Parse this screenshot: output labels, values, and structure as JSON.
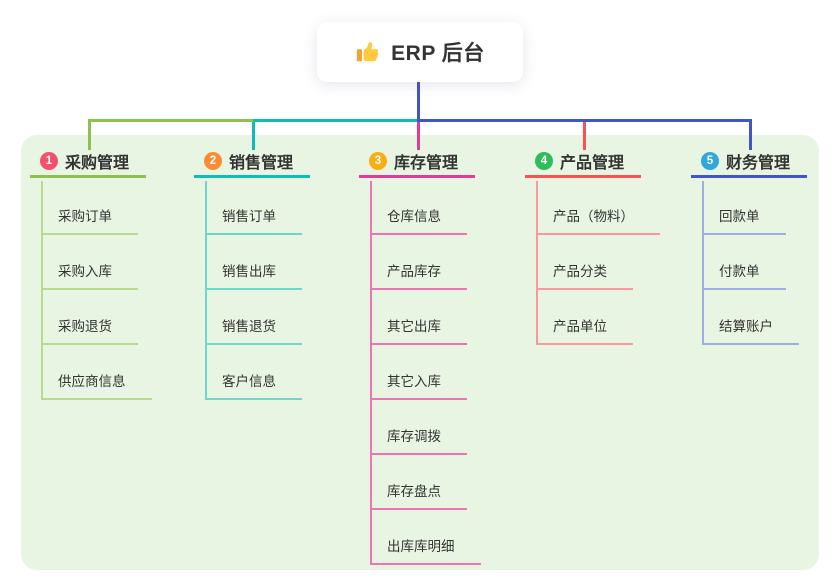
{
  "root": {
    "label": "ERP 后台",
    "icon": "thumbs-up"
  },
  "branches": [
    {
      "badge": "1",
      "title": "采购管理",
      "color": "#8CC152",
      "badge_color": "#F4506C",
      "light_color": "#B5DB8B",
      "children": [
        "采购订单",
        "采购入库",
        "采购退货",
        "供应商信息"
      ]
    },
    {
      "badge": "2",
      "title": "销售管理",
      "color": "#0FBDB4",
      "badge_color": "#FB8C36",
      "light_color": "#6FD6CB",
      "children": [
        "销售订单",
        "销售出库",
        "销售退货",
        "客户信息"
      ]
    },
    {
      "badge": "3",
      "title": "库存管理",
      "color": "#E23A97",
      "badge_color": "#F9AE15",
      "light_color": "#EF74B6",
      "children": [
        "仓库信息",
        "产品库存",
        "其它出库",
        "其它入库",
        "库存调拨",
        "库存盘点",
        "出库库明细"
      ]
    },
    {
      "badge": "4",
      "title": "产品管理",
      "color": "#FA5151",
      "badge_color": "#2EBD59",
      "light_color": "#F9999B",
      "children": [
        "产品（物料）",
        "产品分类",
        "产品单位"
      ]
    },
    {
      "badge": "5",
      "title": "财务管理",
      "color": "#4156C6",
      "badge_color": "#2FA8DC",
      "light_color": "#9DAFDE",
      "children": [
        "回款单",
        "付款单",
        "结算账户"
      ]
    }
  ],
  "colors": {
    "panel_bg": "#E8F5E2",
    "root_connector": "#4156C6",
    "text": "#333333"
  }
}
